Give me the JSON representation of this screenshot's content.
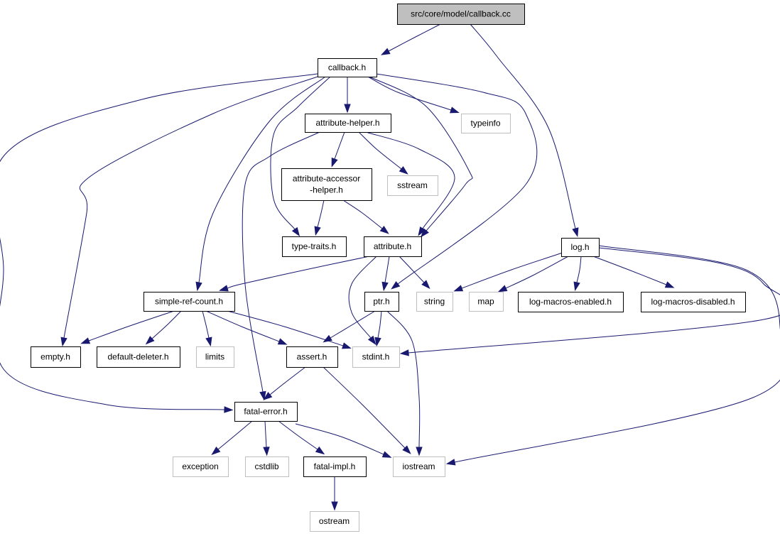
{
  "colors": {
    "edge": "#191970",
    "root_fill": "#bfbfbf",
    "node_border": "#000000",
    "system_border": "#bfbfbf",
    "node_fill": "#ffffff"
  },
  "nodes": [
    {
      "id": "callback-cc",
      "lines": [
        "src/core/model/callback.cc"
      ],
      "kind": "root"
    },
    {
      "id": "callback-h",
      "lines": [
        "callback.h"
      ],
      "kind": "file"
    },
    {
      "id": "log-h",
      "lines": [
        "log.h"
      ],
      "kind": "file"
    },
    {
      "id": "attribute-helper-h",
      "lines": [
        "attribute-helper.h"
      ],
      "kind": "file"
    },
    {
      "id": "typeinfo",
      "lines": [
        "typeinfo"
      ],
      "kind": "system"
    },
    {
      "id": "attribute-accessor-helper-h",
      "lines": [
        "attribute-accessor",
        "-helper.h"
      ],
      "kind": "file"
    },
    {
      "id": "sstream",
      "lines": [
        "sstream"
      ],
      "kind": "system"
    },
    {
      "id": "type-traits-h",
      "lines": [
        "type-traits.h"
      ],
      "kind": "file"
    },
    {
      "id": "attribute-h",
      "lines": [
        "attribute.h"
      ],
      "kind": "file"
    },
    {
      "id": "simple-ref-count-h",
      "lines": [
        "simple-ref-count.h"
      ],
      "kind": "file"
    },
    {
      "id": "ptr-h",
      "lines": [
        "ptr.h"
      ],
      "kind": "file"
    },
    {
      "id": "string",
      "lines": [
        "string"
      ],
      "kind": "system"
    },
    {
      "id": "map",
      "lines": [
        "map"
      ],
      "kind": "system"
    },
    {
      "id": "log-macros-enabled-h",
      "lines": [
        "log-macros-enabled.h"
      ],
      "kind": "file"
    },
    {
      "id": "log-macros-disabled-h",
      "lines": [
        "log-macros-disabled.h"
      ],
      "kind": "file"
    },
    {
      "id": "empty-h",
      "lines": [
        "empty.h"
      ],
      "kind": "file"
    },
    {
      "id": "default-deleter-h",
      "lines": [
        "default-deleter.h"
      ],
      "kind": "file"
    },
    {
      "id": "limits",
      "lines": [
        "limits"
      ],
      "kind": "system"
    },
    {
      "id": "assert-h",
      "lines": [
        "assert.h"
      ],
      "kind": "file"
    },
    {
      "id": "stdint-h",
      "lines": [
        "stdint.h"
      ],
      "kind": "system"
    },
    {
      "id": "fatal-error-h",
      "lines": [
        "fatal-error.h"
      ],
      "kind": "file"
    },
    {
      "id": "exception",
      "lines": [
        "exception"
      ],
      "kind": "system"
    },
    {
      "id": "cstdlib",
      "lines": [
        "cstdlib"
      ],
      "kind": "system"
    },
    {
      "id": "fatal-impl-h",
      "lines": [
        "fatal-impl.h"
      ],
      "kind": "file"
    },
    {
      "id": "iostream",
      "lines": [
        "iostream"
      ],
      "kind": "system"
    },
    {
      "id": "ostream",
      "lines": [
        "ostream"
      ],
      "kind": "system"
    }
  ],
  "edges": [
    {
      "from": "callback-cc",
      "to": "callback-h"
    },
    {
      "from": "callback-cc",
      "to": "log-h"
    },
    {
      "from": "callback-h",
      "to": "attribute-helper-h"
    },
    {
      "from": "callback-h",
      "to": "typeinfo"
    },
    {
      "from": "callback-h",
      "to": "attribute-h"
    },
    {
      "from": "callback-h",
      "to": "type-traits-h"
    },
    {
      "from": "callback-h",
      "to": "simple-ref-count-h"
    },
    {
      "from": "callback-h",
      "to": "ptr-h"
    },
    {
      "from": "callback-h",
      "to": "empty-h"
    },
    {
      "from": "callback-h",
      "to": "fatal-error-h"
    },
    {
      "from": "attribute-helper-h",
      "to": "attribute-accessor-helper-h"
    },
    {
      "from": "attribute-helper-h",
      "to": "sstream"
    },
    {
      "from": "attribute-helper-h",
      "to": "attribute-h"
    },
    {
      "from": "attribute-helper-h",
      "to": "fatal-error-h"
    },
    {
      "from": "attribute-accessor-helper-h",
      "to": "type-traits-h"
    },
    {
      "from": "attribute-accessor-helper-h",
      "to": "attribute-h"
    },
    {
      "from": "attribute-h",
      "to": "simple-ref-count-h"
    },
    {
      "from": "attribute-h",
      "to": "ptr-h"
    },
    {
      "from": "attribute-h",
      "to": "string"
    },
    {
      "from": "attribute-h",
      "to": "stdint-h"
    },
    {
      "from": "simple-ref-count-h",
      "to": "empty-h"
    },
    {
      "from": "simple-ref-count-h",
      "to": "default-deleter-h"
    },
    {
      "from": "simple-ref-count-h",
      "to": "limits"
    },
    {
      "from": "simple-ref-count-h",
      "to": "assert-h"
    },
    {
      "from": "simple-ref-count-h",
      "to": "stdint-h"
    },
    {
      "from": "ptr-h",
      "to": "assert-h"
    },
    {
      "from": "ptr-h",
      "to": "stdint-h"
    },
    {
      "from": "ptr-h",
      "to": "iostream"
    },
    {
      "from": "assert-h",
      "to": "fatal-error-h"
    },
    {
      "from": "assert-h",
      "to": "iostream"
    },
    {
      "from": "fatal-error-h",
      "to": "exception"
    },
    {
      "from": "fatal-error-h",
      "to": "cstdlib"
    },
    {
      "from": "fatal-error-h",
      "to": "fatal-impl-h"
    },
    {
      "from": "fatal-error-h",
      "to": "iostream"
    },
    {
      "from": "fatal-impl-h",
      "to": "ostream"
    },
    {
      "from": "log-h",
      "to": "string"
    },
    {
      "from": "log-h",
      "to": "map"
    },
    {
      "from": "log-h",
      "to": "log-macros-enabled-h"
    },
    {
      "from": "log-h",
      "to": "log-macros-disabled-h"
    },
    {
      "from": "log-h",
      "to": "stdint-h"
    },
    {
      "from": "log-h",
      "to": "iostream"
    }
  ]
}
